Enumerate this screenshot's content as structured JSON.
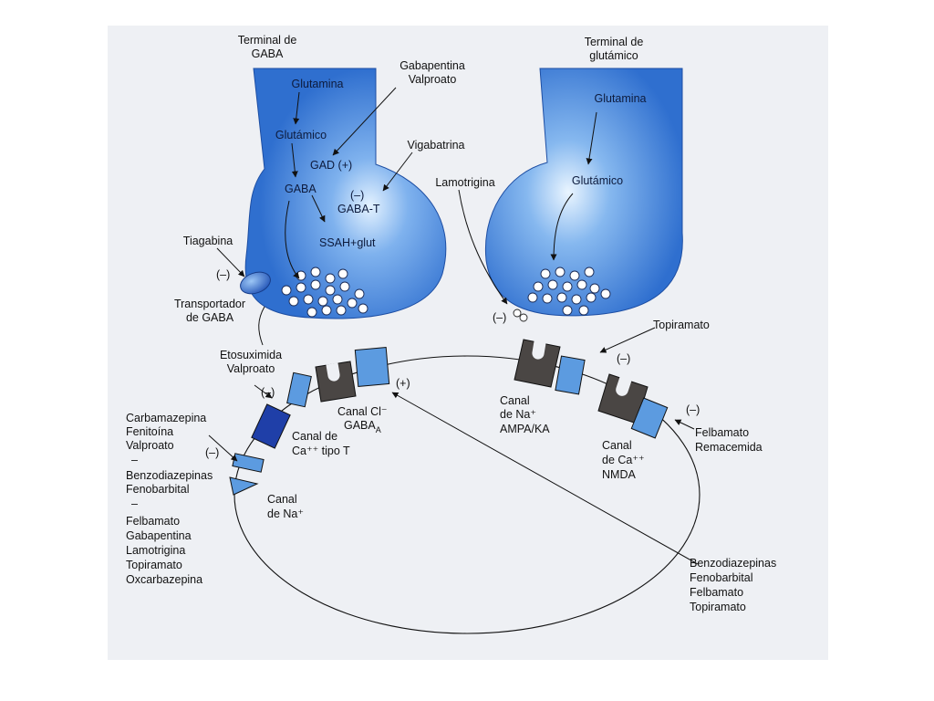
{
  "colors": {
    "paper": "#eef0f4",
    "terminal_blue": "#3b7fd8",
    "terminal_highlight": "#d9ecff",
    "channel_light": "#5c9be0",
    "channel_dark": "#4a4644",
    "channel_navy": "#1f3fa8"
  },
  "gaba_terminal": {
    "title_line1": "Terminal de",
    "title_line2": "GABA",
    "glutamina": "Glutamina",
    "glutamico": "Glutámico",
    "gad": "GAD (+)",
    "gaba": "GABA",
    "minus": "(–)",
    "gaba_t": "GABA-T",
    "ssah": "SSAH+glut"
  },
  "glutamate_terminal": {
    "title_line1": "Terminal de",
    "title_line2": "glutámico",
    "glutamina": "Glutamina",
    "glutamico": "Glutámico"
  },
  "drugs": {
    "gabapentina": "Gabapentina",
    "valproato": "Valproato",
    "vigabatrina": "Vigabatrina",
    "lamotrigina": "Lamotrigina",
    "lamotrigina_minus": "(–)",
    "tiagabina": "Tiagabina",
    "tiagabina_minus": "(–)",
    "transportador_line1": "Transportador",
    "transportador_line2": "de GABA",
    "etosuximida": "Etosuximida",
    "etosuximida_valproato": "Valproato",
    "etosuximida_minus": "(–)",
    "na_group": [
      "Carbamazepina",
      "Fenitoína",
      "Valproato"
    ],
    "na_minus": "(–)",
    "dash1": "–",
    "na_group2": [
      "Benzodiazepinas",
      "Fenobarbital"
    ],
    "dash2": "–",
    "na_group3": [
      "Felbamato",
      "Gabapentina",
      "Lamotrigina",
      "Topiramato",
      "Oxcarbazepina"
    ],
    "topiramato": "Topiramato",
    "topiramato_minus": "(–)",
    "felbamato": "Felbamato",
    "remacemida": "Remacemida",
    "felbamato_minus": "(–)",
    "cl_plus": "(+)",
    "bottom_group": [
      "Benzodiazepinas",
      "Fenobarbital",
      "Felbamato",
      "Topiramato"
    ]
  },
  "channels": {
    "ca_t_line1": "Canal de",
    "ca_t_line2": "Ca⁺⁺ tipo T",
    "cl_line1": "Canal Cl⁻",
    "cl_line2": "GABA",
    "cl_sub": "A",
    "na_line1": "Canal",
    "na_line2": "de Na⁺",
    "ampa_line1": "Canal",
    "ampa_line2": "de Na⁺",
    "ampa_line3": "AMPA/KA",
    "nmda_line1": "Canal",
    "nmda_line2": "de Ca⁺⁺",
    "nmda_line3": "NMDA"
  }
}
